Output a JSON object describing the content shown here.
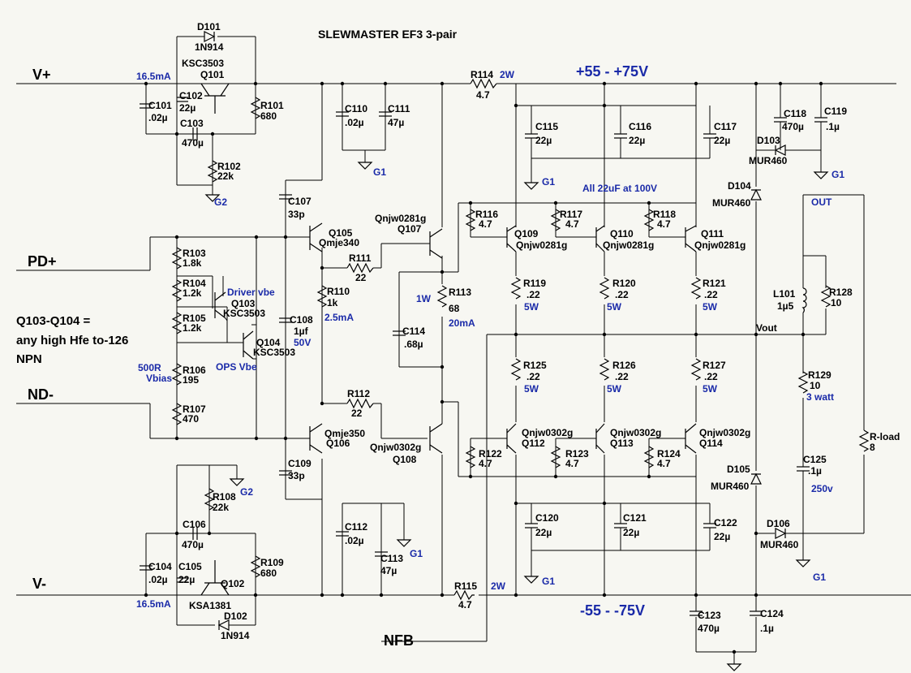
{
  "title": "SLEWMASTER EF3 3-pair",
  "ports": {
    "vplus": "V+",
    "vminus": "V-",
    "pdplus": "PD+",
    "ndminus": "ND-",
    "nfb": "NFB",
    "out": "OUT",
    "vout": "Vout"
  },
  "rails": {
    "positive": "+55 -  +75V",
    "negative": "-55 -  -75V"
  },
  "notes": {
    "q103_line1": "Q103-Q104 =",
    "q103_line2": "any high Hfe to-126",
    "q103_line3": "NPN",
    "cap_note": "All 22uF at 100V",
    "driver_vbe": "Driver vbe",
    "ops_vbe": "OPS Vbe",
    "vbias_500r": "500R",
    "vbias": "Vbias",
    "i_top": "16.5mA",
    "i_bot": "16.5mA",
    "r110_i": "2.5mA",
    "r113_i": "20mA",
    "r113_w": "1W",
    "r114_w": "2W",
    "r115_w": "2W",
    "c108_v": "50V",
    "c125_v": "250v",
    "r129_w": "3 watt",
    "w_r119": "5W",
    "w_r120": "5W",
    "w_r121": "5W",
    "w_r125": "5W",
    "w_r126": "5W",
    "w_r127": "5W"
  },
  "grounds": {
    "g1": "G1",
    "g2": "G2"
  },
  "components": {
    "D101": {
      "ref": "D101",
      "value": "1N914"
    },
    "D102": {
      "ref": "D102",
      "value": "1N914"
    },
    "D103": {
      "ref": "D103",
      "value": "MUR460"
    },
    "D104": {
      "ref": "D104",
      "value": "MUR460"
    },
    "D105": {
      "ref": "D105",
      "value": "MUR460"
    },
    "D106": {
      "ref": "D106",
      "value": "MUR460"
    },
    "Q101": {
      "ref": "Q101",
      "value": "KSC3503"
    },
    "Q102": {
      "ref": "Q102",
      "value": "KSA1381"
    },
    "Q103": {
      "ref": "Q103",
      "value": "KSC3503"
    },
    "Q104": {
      "ref": "Q104",
      "value": "KSC3503"
    },
    "Q105": {
      "ref": "Q105",
      "value": "Qmje340"
    },
    "Q106": {
      "ref": "Q106",
      "value": "Qmje350"
    },
    "Q107": {
      "ref": "Q107",
      "value": "Qnjw0281g"
    },
    "Q108": {
      "ref": "Q108",
      "value": "Qnjw0302g"
    },
    "Q109": {
      "ref": "Q109",
      "value": "Qnjw0281g"
    },
    "Q110": {
      "ref": "Q110",
      "value": "Qnjw0281g"
    },
    "Q111": {
      "ref": "Q111",
      "value": "Qnjw0281g"
    },
    "Q112": {
      "ref": "Q112",
      "value": "Qnjw0302g"
    },
    "Q113": {
      "ref": "Q113",
      "value": "Qnjw0302g"
    },
    "Q114": {
      "ref": "Q114",
      "value": "Qnjw0302g"
    },
    "R101": {
      "ref": "R101",
      "value": "680"
    },
    "R102": {
      "ref": "R102",
      "value": "22k"
    },
    "R103": {
      "ref": "R103",
      "value": "1.8k"
    },
    "R104": {
      "ref": "R104",
      "value": "1.2k"
    },
    "R105": {
      "ref": "R105",
      "value": "1.2k"
    },
    "R106": {
      "ref": "R106",
      "value": "195"
    },
    "R107": {
      "ref": "R107",
      "value": "470"
    },
    "R108": {
      "ref": "R108",
      "value": "22k"
    },
    "R109": {
      "ref": "R109",
      "value": "680"
    },
    "R110": {
      "ref": "R110",
      "value": "1k"
    },
    "R111": {
      "ref": "R111",
      "value": "22"
    },
    "R112": {
      "ref": "R112",
      "value": "22"
    },
    "R113": {
      "ref": "R113",
      "value": "68"
    },
    "R114": {
      "ref": "R114",
      "value": "4.7"
    },
    "R115": {
      "ref": "R115",
      "value": "4.7"
    },
    "R116": {
      "ref": "R116",
      "value": "4.7"
    },
    "R117": {
      "ref": "R117",
      "value": "4.7"
    },
    "R118": {
      "ref": "R118",
      "value": "4.7"
    },
    "R119": {
      "ref": "R119",
      "value": ".22"
    },
    "R120": {
      "ref": "R120",
      "value": ".22"
    },
    "R121": {
      "ref": "R121",
      "value": ".22"
    },
    "R122": {
      "ref": "R122",
      "value": "4.7"
    },
    "R123": {
      "ref": "R123",
      "value": "4.7"
    },
    "R124": {
      "ref": "R124",
      "value": "4.7"
    },
    "R125": {
      "ref": "R125",
      "value": ".22"
    },
    "R126": {
      "ref": "R126",
      "value": ".22"
    },
    "R127": {
      "ref": "R127",
      "value": ".22"
    },
    "R128": {
      "ref": "R128",
      "value": "10"
    },
    "R129": {
      "ref": "R129",
      "value": "10"
    },
    "Rload": {
      "ref": "R-load",
      "value": "8"
    },
    "C101": {
      "ref": "C101",
      "value": ".02µ"
    },
    "C102": {
      "ref": "C102",
      "value": "22µ"
    },
    "C103": {
      "ref": "C103",
      "value": "470µ"
    },
    "C104": {
      "ref": "C104",
      "value": ".02µ"
    },
    "C105": {
      "ref": "C105",
      "value": "22µ"
    },
    "C106": {
      "ref": "C106",
      "value": "470µ"
    },
    "C107": {
      "ref": "C107",
      "value": "33p"
    },
    "C108": {
      "ref": "C108",
      "value": "1µf"
    },
    "C109": {
      "ref": "C109",
      "value": "33p"
    },
    "C110": {
      "ref": "C110",
      "value": ".02µ"
    },
    "C111": {
      "ref": "C111",
      "value": "47µ"
    },
    "C112": {
      "ref": "C112",
      "value": ".02µ"
    },
    "C113": {
      "ref": "C113",
      "value": "47µ"
    },
    "C114": {
      "ref": "C114",
      "value": ".68µ"
    },
    "C115": {
      "ref": "C115",
      "value": "22µ"
    },
    "C116": {
      "ref": "C116",
      "value": "22µ"
    },
    "C117": {
      "ref": "C117",
      "value": "22µ"
    },
    "C118": {
      "ref": "C118",
      "value": "470µ"
    },
    "C119": {
      "ref": "C119",
      "value": ".1µ"
    },
    "C120": {
      "ref": "C120",
      "value": "22µ"
    },
    "C121": {
      "ref": "C121",
      "value": "22µ"
    },
    "C122": {
      "ref": "C122",
      "value": "22µ"
    },
    "C123": {
      "ref": "C123",
      "value": "470µ"
    },
    "C124": {
      "ref": "C124",
      "value": ".1µ"
    },
    "C125": {
      "ref": "C125",
      "value": ".1µ"
    },
    "L101": {
      "ref": "L101",
      "value": "1µ5"
    }
  }
}
